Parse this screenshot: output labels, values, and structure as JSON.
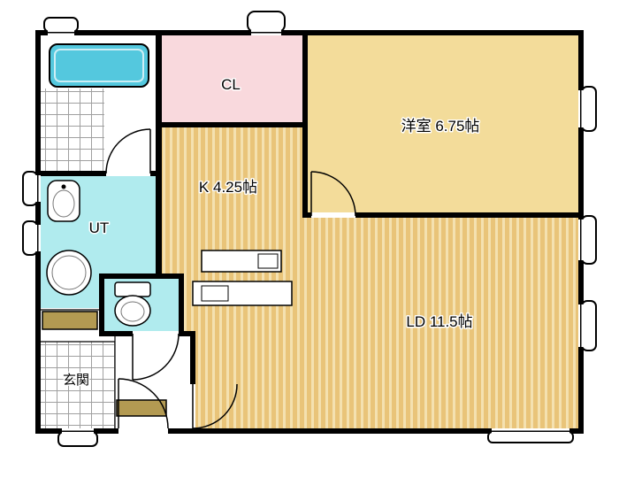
{
  "rooms": {
    "closet": {
      "label": "CL"
    },
    "western_room": {
      "label": "洋室 6.75帖"
    },
    "kitchen": {
      "label": "K 4.25帖"
    },
    "utility": {
      "label": "UT"
    },
    "living_dining": {
      "label": "LD 11.5帖"
    },
    "entrance": {
      "label": "玄関"
    }
  },
  "colors": {
    "wall": "#000000",
    "closet_fill": "#f9d9dd",
    "western_fill": "#f3dc9a",
    "floor_base": "#e9c479",
    "floor_stripe": "#f4e1b0",
    "wet_fill": "#b0ebee",
    "bathtub_fill": "#54c8de",
    "tile_line": "#a0a0a0",
    "mat_fill": "#b39a52",
    "label_color": "#000000"
  }
}
